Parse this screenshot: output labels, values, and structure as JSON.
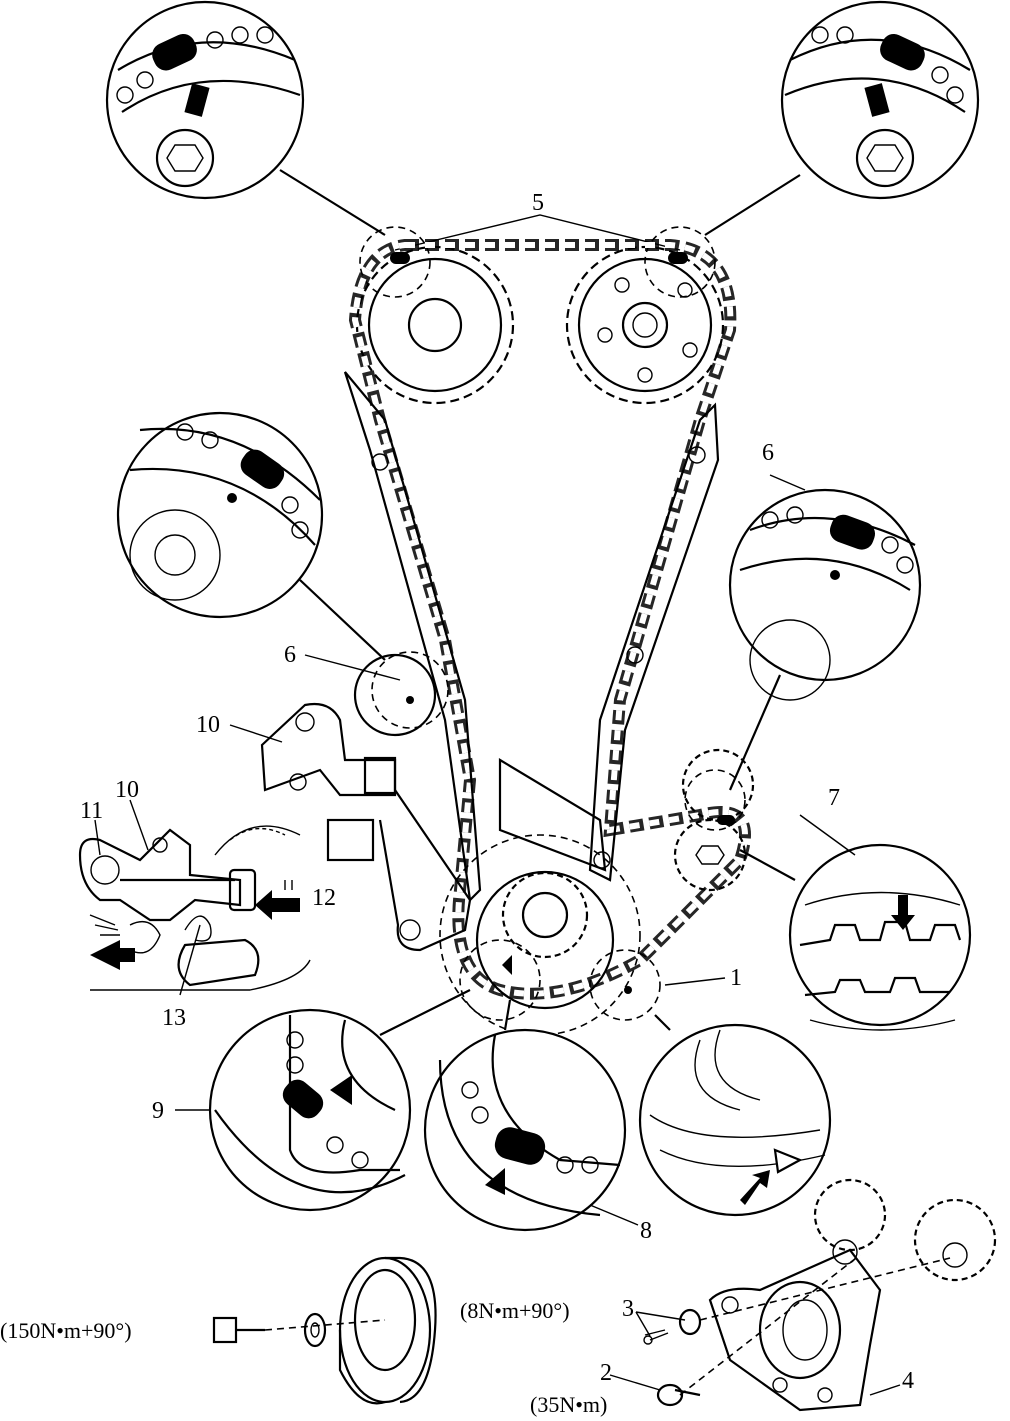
{
  "callouts": {
    "c1": "1",
    "c2": "2",
    "c3": "3",
    "c4": "4",
    "c5": "5",
    "c6a": "6",
    "c6b": "6",
    "c7": "7",
    "c8": "8",
    "c9": "9",
    "c10a": "10",
    "c10b": "10",
    "c11": "11",
    "c12": "12",
    "c13": "13"
  },
  "torques": {
    "t_crank_bolt": "(150N•m+90°)",
    "t_bolt3": "(8N•m+90°)",
    "t_bolt2": "(35N•m)"
  }
}
